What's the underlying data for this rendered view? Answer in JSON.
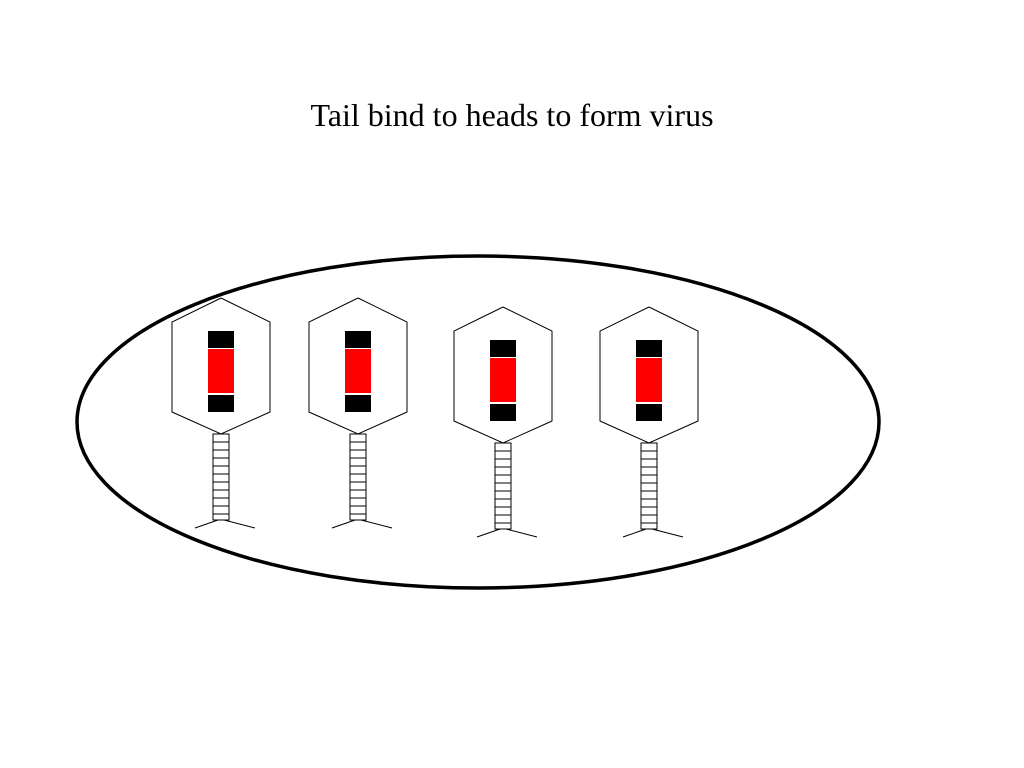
{
  "slide": {
    "title": "Tail bind to heads to form virus"
  },
  "diagram": {
    "container": "cell-membrane",
    "virus_count": 4,
    "dna_segment_colors": [
      "#000000",
      "#ff0000",
      "#000000"
    ],
    "outline_color": "#000000"
  }
}
